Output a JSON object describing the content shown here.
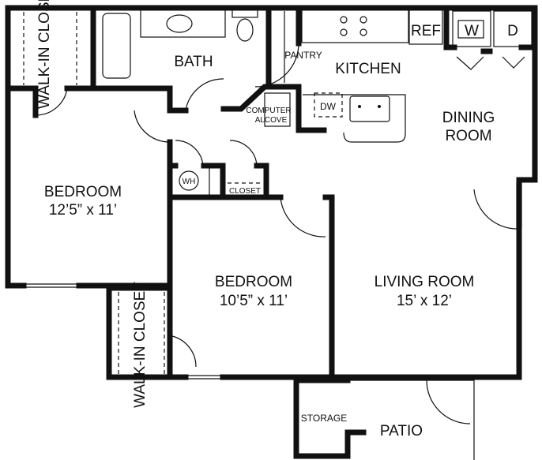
{
  "rooms": {
    "walk_in_closet_1": "WALK-IN CLOSET",
    "bath": "BATH",
    "pantry": "PANTRY",
    "kitchen": "KITCHEN",
    "ref": "REF",
    "washer": "W",
    "dryer": "D",
    "dw": "DW",
    "computer_alcove_1": "COMPUTER",
    "computer_alcove_2": "ALCOVE",
    "dining_1": "DINING",
    "dining_2": "ROOM",
    "bedroom1": "BEDROOM",
    "bedroom1_size": "12’5” x 11’",
    "wh": "WH",
    "closet": "CLOSET",
    "bedroom2": "BEDROOM",
    "bedroom2_size": "10’5” x 11’",
    "living": "LIVING ROOM",
    "living_size": "15’ x 12’",
    "walk_in_closet_2": "WALK-IN CLOSET",
    "storage": "STORAGE",
    "patio": "PATIO"
  }
}
